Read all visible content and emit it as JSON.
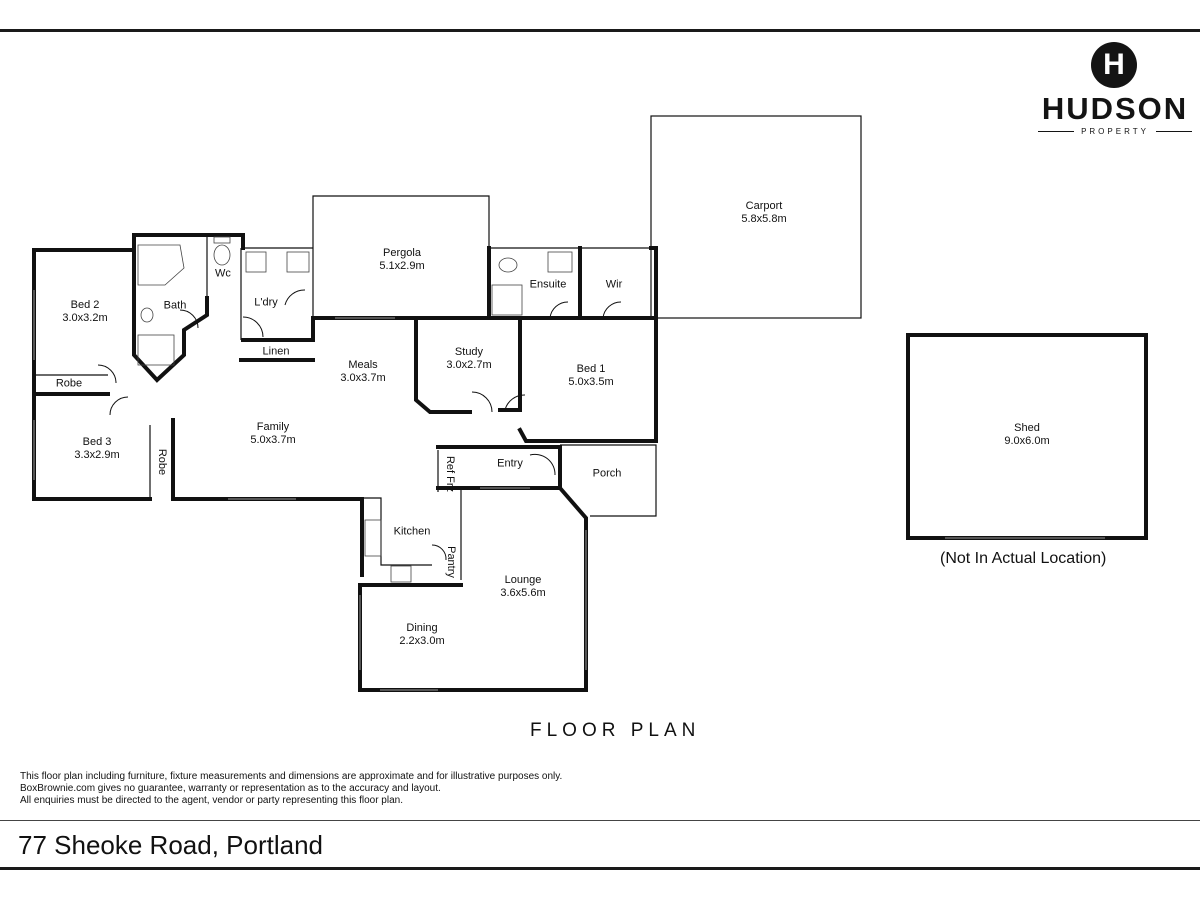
{
  "logo": {
    "initial": "H",
    "name": "HUDSON",
    "sub": "PROPERTY"
  },
  "plan_title": "FLOOR PLAN",
  "rooms": {
    "carport": {
      "name": "Carport",
      "size": "5.8x5.8m"
    },
    "pergola": {
      "name": "Pergola",
      "size": "5.1x2.9m"
    },
    "bed2": {
      "name": "Bed 2",
      "size": "3.0x3.2m"
    },
    "bath": {
      "name": "Bath"
    },
    "wc": {
      "name": "Wc"
    },
    "ldry": {
      "name": "L'dry"
    },
    "linen": {
      "name": "Linen"
    },
    "ensuite": {
      "name": "Ensuite"
    },
    "wir": {
      "name": "Wir"
    },
    "robe1": {
      "name": "Robe"
    },
    "robe2": {
      "name": "Robe"
    },
    "meals": {
      "name": "Meals",
      "size": "3.0x3.7m"
    },
    "study": {
      "name": "Study",
      "size": "3.0x2.7m"
    },
    "bed1": {
      "name": "Bed 1",
      "size": "5.0x3.5m"
    },
    "bed3": {
      "name": "Bed 3",
      "size": "3.3x2.9m"
    },
    "family": {
      "name": "Family",
      "size": "5.0x3.7m"
    },
    "entry": {
      "name": "Entry"
    },
    "porch": {
      "name": "Porch"
    },
    "ref": {
      "name": "Ref Frz"
    },
    "kitchen": {
      "name": "Kitchen"
    },
    "pantry": {
      "name": "Pantry"
    },
    "lounge": {
      "name": "Lounge",
      "size": "3.6x5.6m"
    },
    "dining": {
      "name": "Dining",
      "size": "2.2x3.0m"
    },
    "shed": {
      "name": "Shed",
      "size": "9.0x6.0m"
    }
  },
  "shed_note": "(Not In Actual Location)",
  "disclaimer": [
    "This floor plan including furniture, fixture measurements and dimensions are approximate and for illustrative purposes only.",
    "BoxBrownie.com gives no guarantee, warranty or representation as to the accuracy and layout.",
    "All enquiries must be directed to the agent, vendor or party representing this floor plan."
  ],
  "address": "77 Sheoke Road, Portland"
}
